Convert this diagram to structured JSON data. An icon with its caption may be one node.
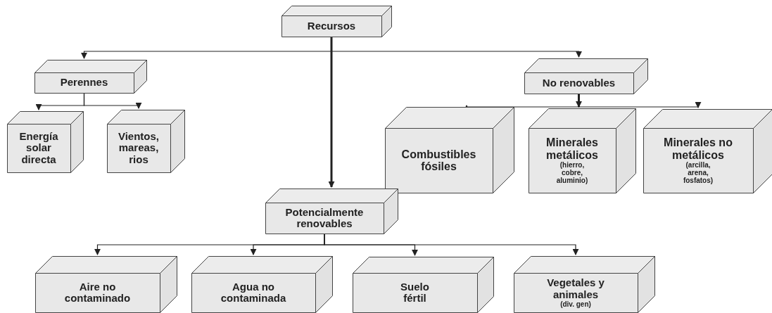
{
  "diagram": {
    "nodes": [
      {
        "text": [
          "Recursos"
        ]
      },
      {
        "text": [
          "Perennes"
        ]
      },
      {
        "text": [
          "No renovables"
        ]
      },
      {
        "text": [
          "Energía solar directa"
        ]
      },
      {
        "text": [
          "Vientos, mareas, rios"
        ]
      },
      {
        "text": [
          "Combustibles fósiles"
        ]
      },
      {
        "text": [
          "Minerales metálicos",
          "(hierro, cobre, aluminio)"
        ]
      },
      {
        "text": [
          "Minerales no metálicos",
          "(arcilla, arena, fosfatos)"
        ]
      },
      {
        "text": [
          "Potencialmente renovables"
        ]
      },
      {
        "text": [
          "Aire no contaminado"
        ]
      },
      {
        "text": [
          "Agua no contaminada"
        ]
      },
      {
        "text": [
          "Suelo fértil"
        ]
      },
      {
        "text": [
          "Vegetales y animales",
          "(div. gen)"
        ]
      }
    ],
    "edges": [
      {
        "from": 0,
        "to": 1,
        "arrow": "to"
      },
      {
        "from": 0,
        "to": 2,
        "arrow": "to"
      },
      {
        "from": 0,
        "to": 8,
        "arrow": "to",
        "style": "thick"
      },
      {
        "from": 1,
        "to": 3,
        "arrow": "to"
      },
      {
        "from": 1,
        "to": 4,
        "arrow": "to"
      },
      {
        "from": 2,
        "to": 5,
        "arrow": "to"
      },
      {
        "from": 2,
        "to": 6,
        "arrow": "to",
        "style": "thick"
      },
      {
        "from": 2,
        "to": 7,
        "arrow": "to"
      },
      {
        "from": 8,
        "to": 9,
        "arrow": "to"
      },
      {
        "from": 8,
        "to": 10,
        "arrow": "to"
      },
      {
        "from": 8,
        "to": 11,
        "arrow": "to"
      },
      {
        "from": 8,
        "to": 12,
        "arrow": "to"
      }
    ]
  }
}
